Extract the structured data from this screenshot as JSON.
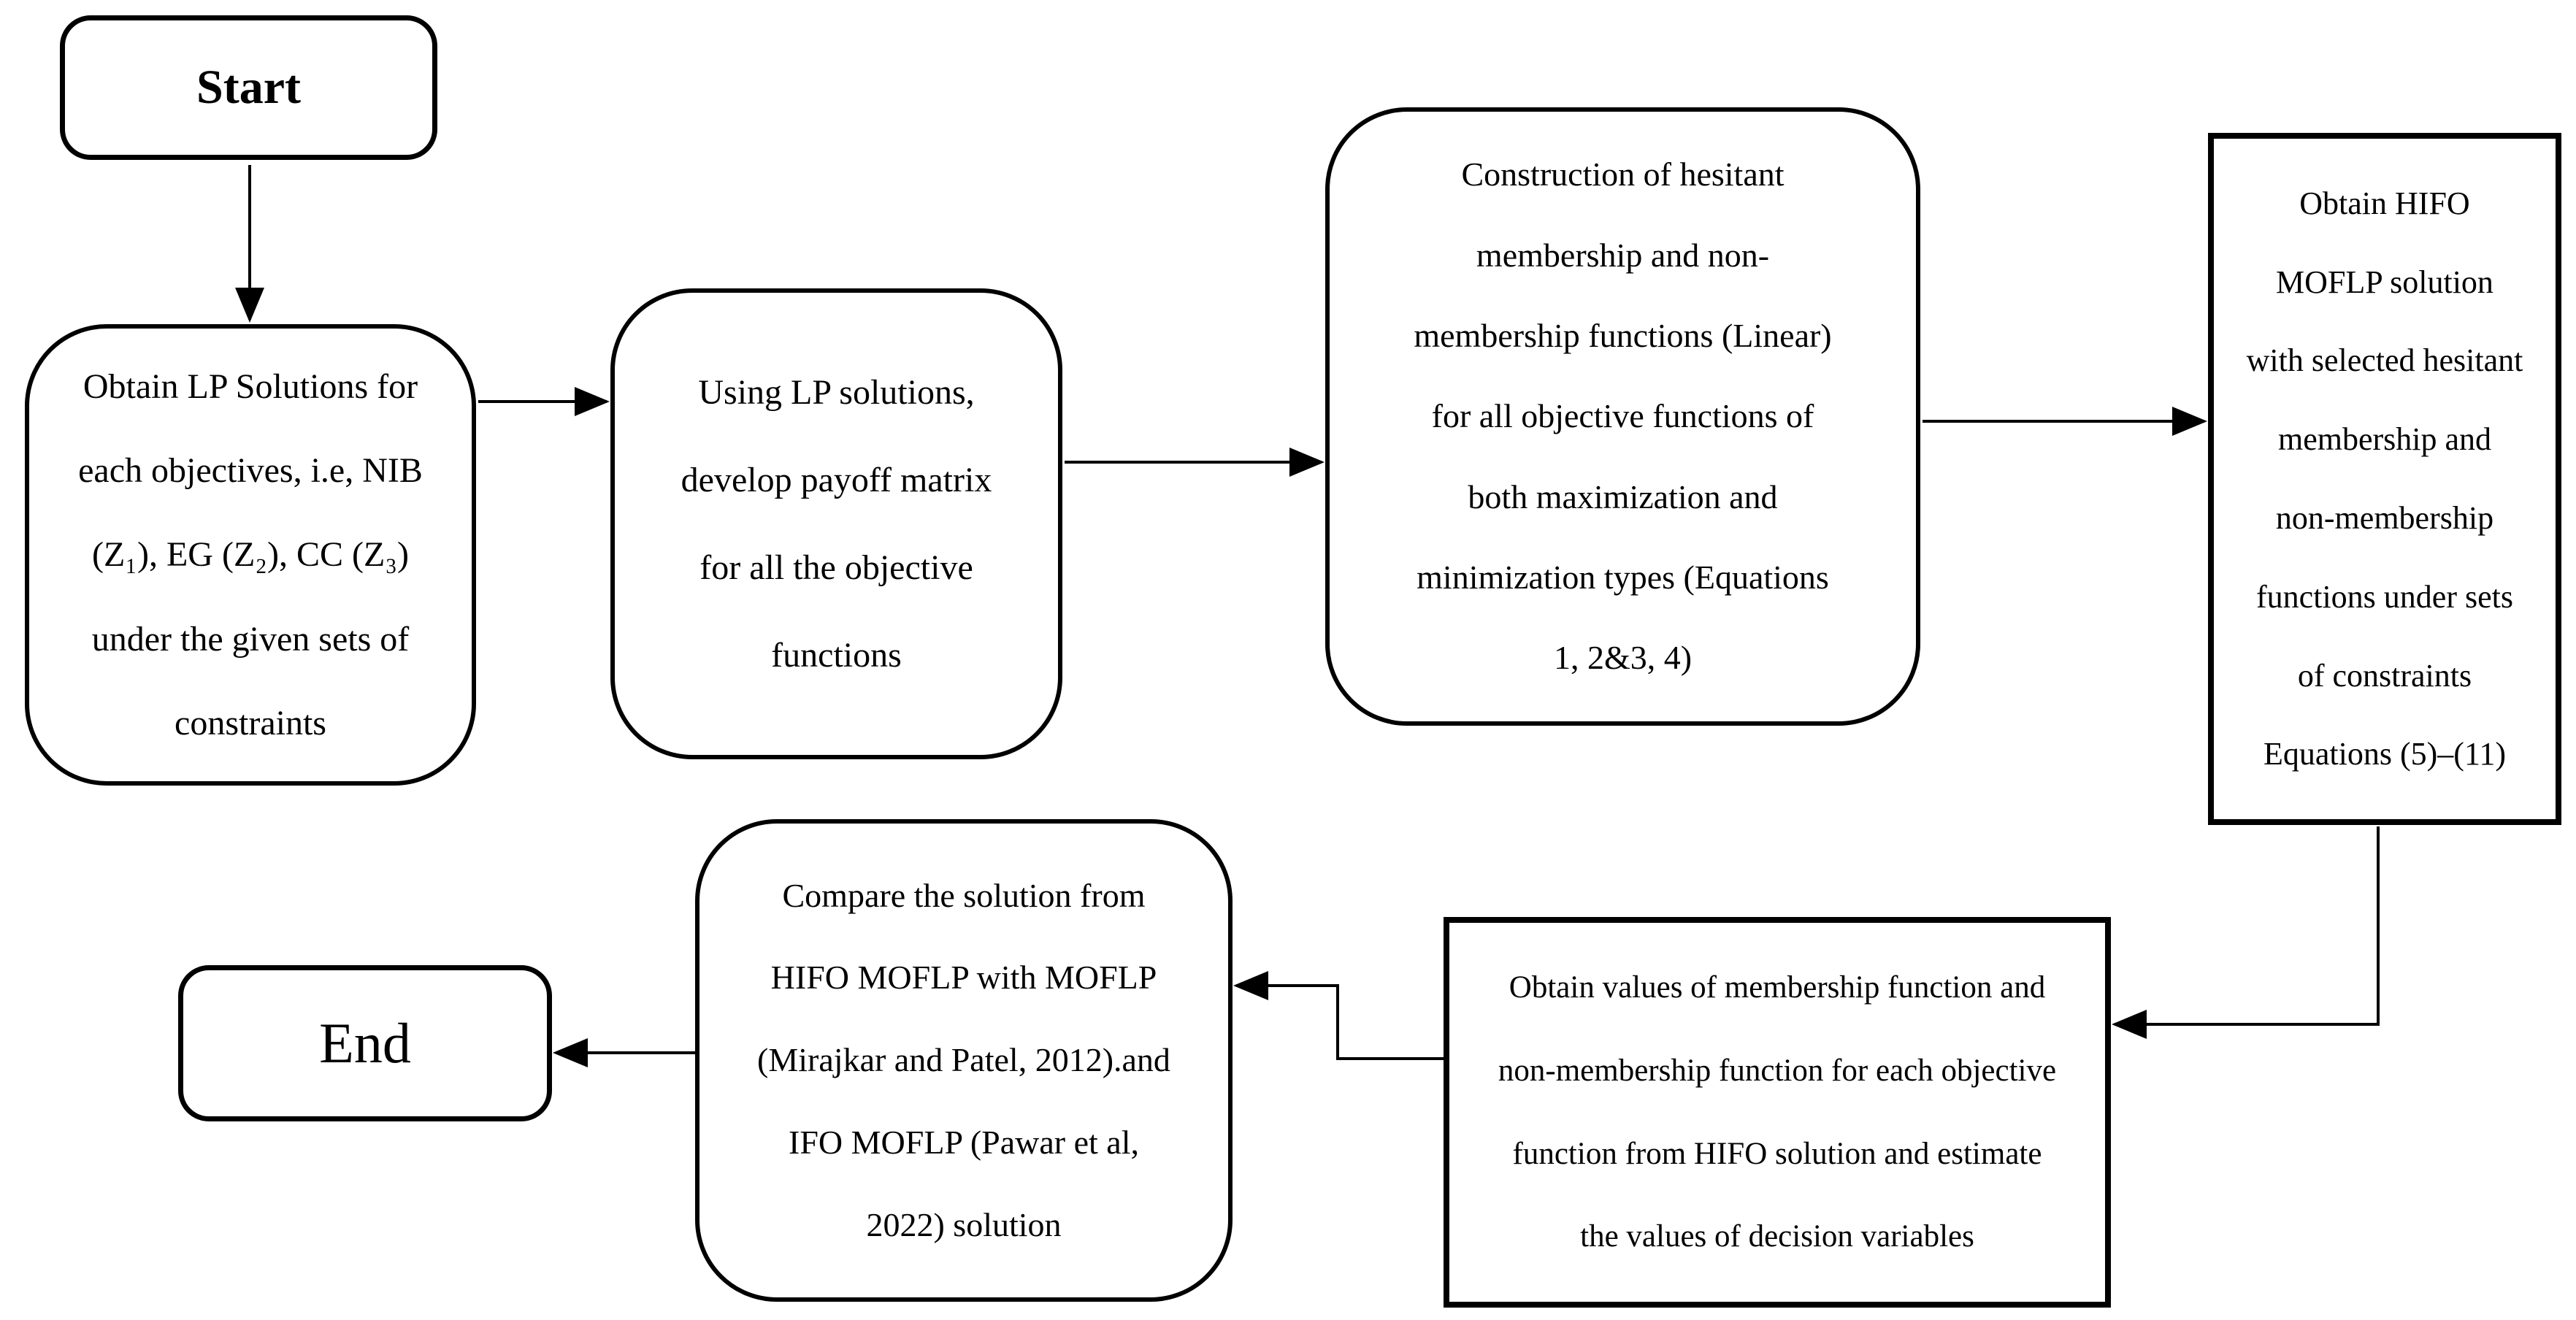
{
  "colors": {
    "ink": "#000000",
    "background": "#ffffff"
  },
  "nodes": {
    "start": {
      "label": "Start"
    },
    "lp_solutions": {
      "lines": [
        "Obtain LP Solutions for",
        "each objectives, i.e, NIB",
        "(Z₁), EG (Z₂), CC (Z₃)",
        "under the given sets of",
        "constraints"
      ]
    },
    "payoff_matrix": {
      "lines": [
        "Using LP solutions,",
        "develop payoff matrix",
        "for all the objective",
        "functions"
      ]
    },
    "construct_functions": {
      "lines": [
        "Construction of hesitant",
        "membership and non-",
        "membership functions (Linear)",
        "for all objective functions of",
        "both maximization and",
        "minimization types (Equations",
        "1, 2&3, 4)"
      ]
    },
    "hifo_solution": {
      "lines": [
        "Obtain HIFO",
        "MOFLP solution",
        "with selected hesitant",
        "membership and",
        "non-membership",
        "functions under sets",
        "of constraints",
        "Equations (5)–(11)"
      ]
    },
    "membership_values": {
      "lines": [
        "Obtain values of membership function and",
        "non-membership function for each objective",
        "function from HIFO solution and estimate",
        "the values of decision variables"
      ]
    },
    "compare_solution": {
      "lines": [
        "Compare the solution from",
        "HIFO MOFLP with MOFLP",
        "(Mirajkar and Patel, 2012).and",
        "IFO MOFLP (Pawar et al,",
        "2022) solution"
      ]
    },
    "end": {
      "label": "End"
    }
  }
}
